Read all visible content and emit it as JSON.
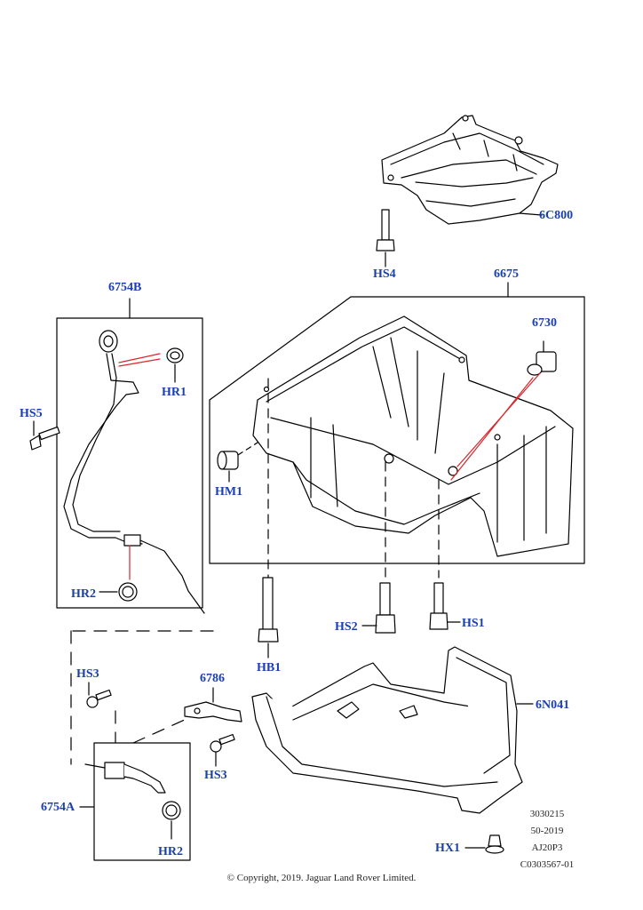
{
  "callouts": {
    "c6C800": "6C800",
    "HS4": "HS4",
    "c6675": "6675",
    "c6754B": "6754B",
    "c6730": "6730",
    "HR1": "HR1",
    "HS5": "HS5",
    "HM1": "HM1",
    "HR2_upper": "HR2",
    "HS2": "HS2",
    "HS1": "HS1",
    "HB1": "HB1",
    "HS3_left": "HS3",
    "c6786": "6786",
    "c6N041": "6N041",
    "HS3_mid": "HS3",
    "c6754A": "6754A",
    "HR2_lower": "HR2",
    "HX1": "HX1"
  },
  "reference": {
    "line1": "3030215",
    "line2": "50-2019",
    "line3": "AJ20P3",
    "line4": "C0303567-01"
  },
  "copyright": "© Copyright, 2019. Jaguar Land Rover Limited.",
  "colors": {
    "label": "#1a3fb0",
    "line": "#000000",
    "leader_red": "#d9262c"
  }
}
